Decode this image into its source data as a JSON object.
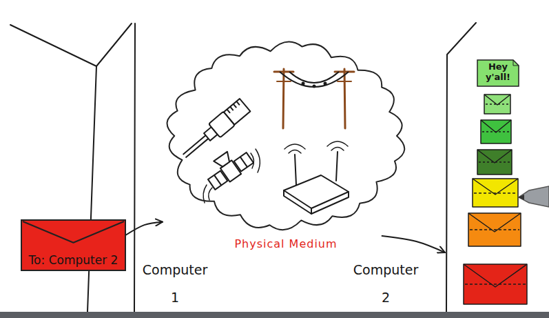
{
  "diagram": {
    "nodes": [
      {
        "text": [
          "Computer 1"
        ]
      },
      {
        "text": [
          "To: Computer 2"
        ],
        "in": 0
      },
      {
        "text": [
          "Physical Medium"
        ]
      },
      {
        "text": [
          "Computer 2"
        ]
      },
      {
        "text": [
          "Hey y'all!"
        ],
        "in": 3
      }
    ],
    "edges": [
      {
        "from": 1,
        "to": 2,
        "arrow": "to"
      },
      {
        "from": 2,
        "to": 3,
        "arrow": "to"
      }
    ]
  }
}
